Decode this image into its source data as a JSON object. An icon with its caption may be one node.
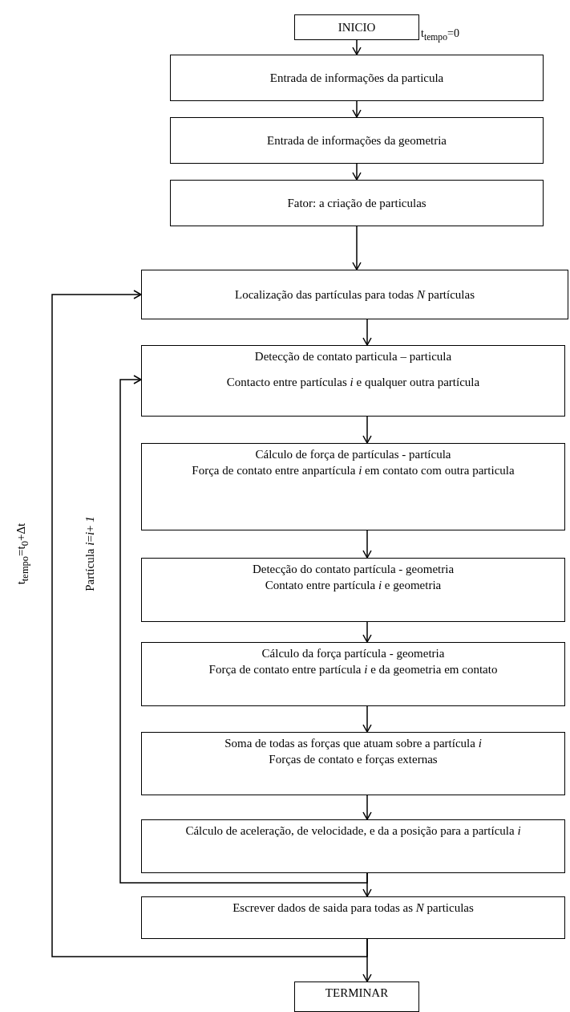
{
  "diagram": {
    "nodes": [
      {
        "text": [
          "INICIO"
        ],
        "beside": [
          "t$_{tempo}$=0"
        ]
      },
      {
        "text": [
          "Entrada de informações da particula"
        ]
      },
      {
        "text": [
          "Entrada de informações da geometria"
        ]
      },
      {
        "text": [
          "Fator: a criação de particulas"
        ]
      },
      {
        "text": [
          "Localização das partículas para todas *N* partículas"
        ]
      },
      {
        "text": [
          "Detecção de contato particula – particula",
          "Contacto entre partículas *i* e qualquer outra partícula"
        ]
      },
      {
        "text": [
          "Cálculo de força de partículas - partícula",
          "Força de contato entre anpartícula *i* em contato com outra particula"
        ]
      },
      {
        "text": [
          "Detecção do contato partícula - geometria",
          "Contato entre partícula *i* e geometria"
        ]
      },
      {
        "text": [
          "Cálculo da força partícula - geometria",
          "Força de contato entre partícula *i* e da geometria em contato"
        ]
      },
      {
        "text": [
          "Soma de todas as forças que atuam sobre a partícula *i*",
          "Forças de contato e forças externas"
        ]
      },
      {
        "text": [
          "Cálculo de aceleração, de velocidade, e da a posição para a partícula *i*"
        ]
      },
      {
        "text": [
          "Escrever dados de saida para todas as *N* particulas"
        ]
      },
      {
        "text": [
          "TERMINAR"
        ]
      }
    ],
    "edges": [
      {
        "from": 0,
        "to": 1,
        "arrow": "to"
      },
      {
        "from": 1,
        "to": 2,
        "arrow": "to"
      },
      {
        "from": 2,
        "to": 3,
        "arrow": "to"
      },
      {
        "from": 3,
        "to": 4,
        "arrow": "to"
      },
      {
        "from": 4,
        "to": 5,
        "arrow": "to"
      },
      {
        "from": 5,
        "to": 6,
        "arrow": "to"
      },
      {
        "from": 6,
        "to": 7,
        "arrow": "to"
      },
      {
        "from": 7,
        "to": 8,
        "arrow": "to"
      },
      {
        "from": 8,
        "to": 9,
        "arrow": "to"
      },
      {
        "from": 9,
        "to": 10,
        "arrow": "to"
      },
      {
        "from": 10,
        "to": 11,
        "arrow": "to"
      },
      {
        "from": 10,
        "to": 5,
        "arrow": "to",
        "label": "Partícula *i*=*i*+ *1*"
      },
      {
        "from": 11,
        "to": 4,
        "arrow": "to",
        "label": "t$_{tempo}$=t$_{0}$+Δt"
      },
      {
        "from": 11,
        "to": 12,
        "arrow": "to"
      }
    ]
  }
}
